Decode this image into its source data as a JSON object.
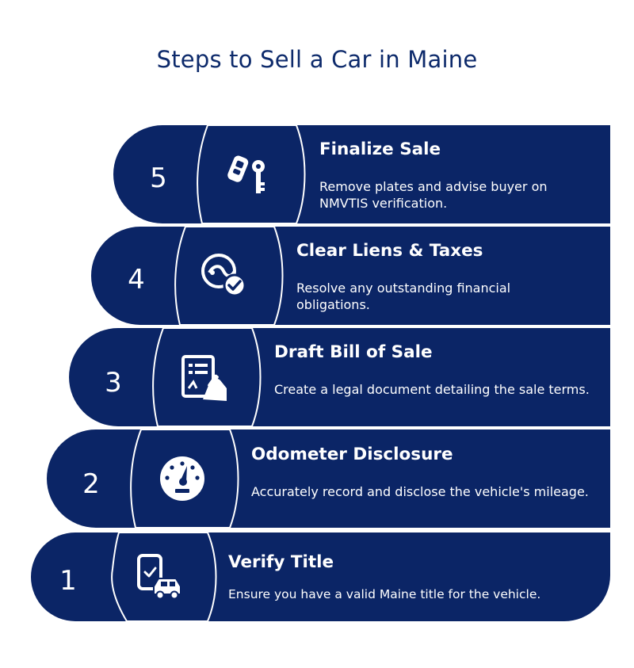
{
  "title": "Steps to Sell a Car in Maine",
  "colors": {
    "band": "#0b2566",
    "title": "#0d2a6b",
    "outline": "#ffffff"
  },
  "steps": [
    {
      "number": "1",
      "title": "Verify Title",
      "description": "Ensure you have a valid Maine title for the vehicle.",
      "icon": "phone-car-icon"
    },
    {
      "number": "2",
      "title": "Odometer Disclosure",
      "description": "Accurately record and disclose the vehicle's mileage.",
      "icon": "speedometer-icon"
    },
    {
      "number": "3",
      "title": "Draft Bill of Sale",
      "description": "Create a legal document detailing the sale terms.",
      "icon": "document-sign-icon"
    },
    {
      "number": "4",
      "title": "Clear Liens & Taxes",
      "description": "Resolve any outstanding financial obligations.",
      "icon": "money-check-icon"
    },
    {
      "number": "5",
      "title": "Finalize Sale",
      "description": "Remove plates and advise buyer on NMVTIS verification.",
      "icon": "car-keys-icon"
    }
  ]
}
